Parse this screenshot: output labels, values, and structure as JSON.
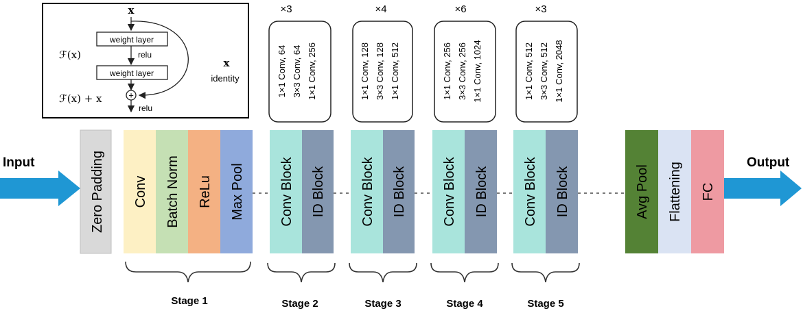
{
  "io": {
    "input_label": "Input",
    "output_label": "Output"
  },
  "residual": {
    "top_x": "x",
    "layer1": "weight layer",
    "relu_mid": "relu",
    "layer2": "weight layer",
    "fx": "ℱ(x)",
    "fx_plus_x": "ℱ(x) + x",
    "relu_out": "relu",
    "identity_x": "x",
    "identity": "identity",
    "plus": "+"
  },
  "blocks": {
    "zero_padding": "Zero Padding",
    "conv": "Conv",
    "batch_norm": "Batch Norm",
    "relu": "ReLu",
    "max_pool": "Max Pool",
    "conv_block": "Conv Block",
    "id_block": "ID Block",
    "avg_pool": "Avg Pool",
    "flattening": "Flattening",
    "fc": "FC"
  },
  "stages": [
    {
      "label": "Stage 1"
    },
    {
      "label": "Stage 2",
      "repeat": "×3",
      "convs": [
        "1×1 Conv, 64",
        "3×3 Conv, 64",
        "1×1 Conv, 256"
      ]
    },
    {
      "label": "Stage 3",
      "repeat": "×4",
      "convs": [
        "1×1 Conv, 128",
        "3×3 Conv, 128",
        "1×1 Conv, 512"
      ]
    },
    {
      "label": "Stage 4",
      "repeat": "×6",
      "convs": [
        "1×1 Conv, 256",
        "3×3 Conv, 256",
        "1×1 Conv, 1024"
      ]
    },
    {
      "label": "Stage 5",
      "repeat": "×3",
      "convs": [
        "1×1 Conv, 512",
        "3×3 Conv, 512",
        "1×1 Conv, 2048"
      ]
    }
  ],
  "colors": {
    "arrow": "#1f97d4",
    "zero_padding": "#d9d9d9",
    "conv": "#fdf0c4",
    "batch_norm": "#c5e0b4",
    "relu": "#f4b183",
    "max_pool": "#8faadc",
    "conv_block": "#a9e4dc",
    "id_block": "#8497b0",
    "avg_pool": "#548235",
    "flattening": "#dae3f3",
    "fc": "#ee9aa2"
  }
}
